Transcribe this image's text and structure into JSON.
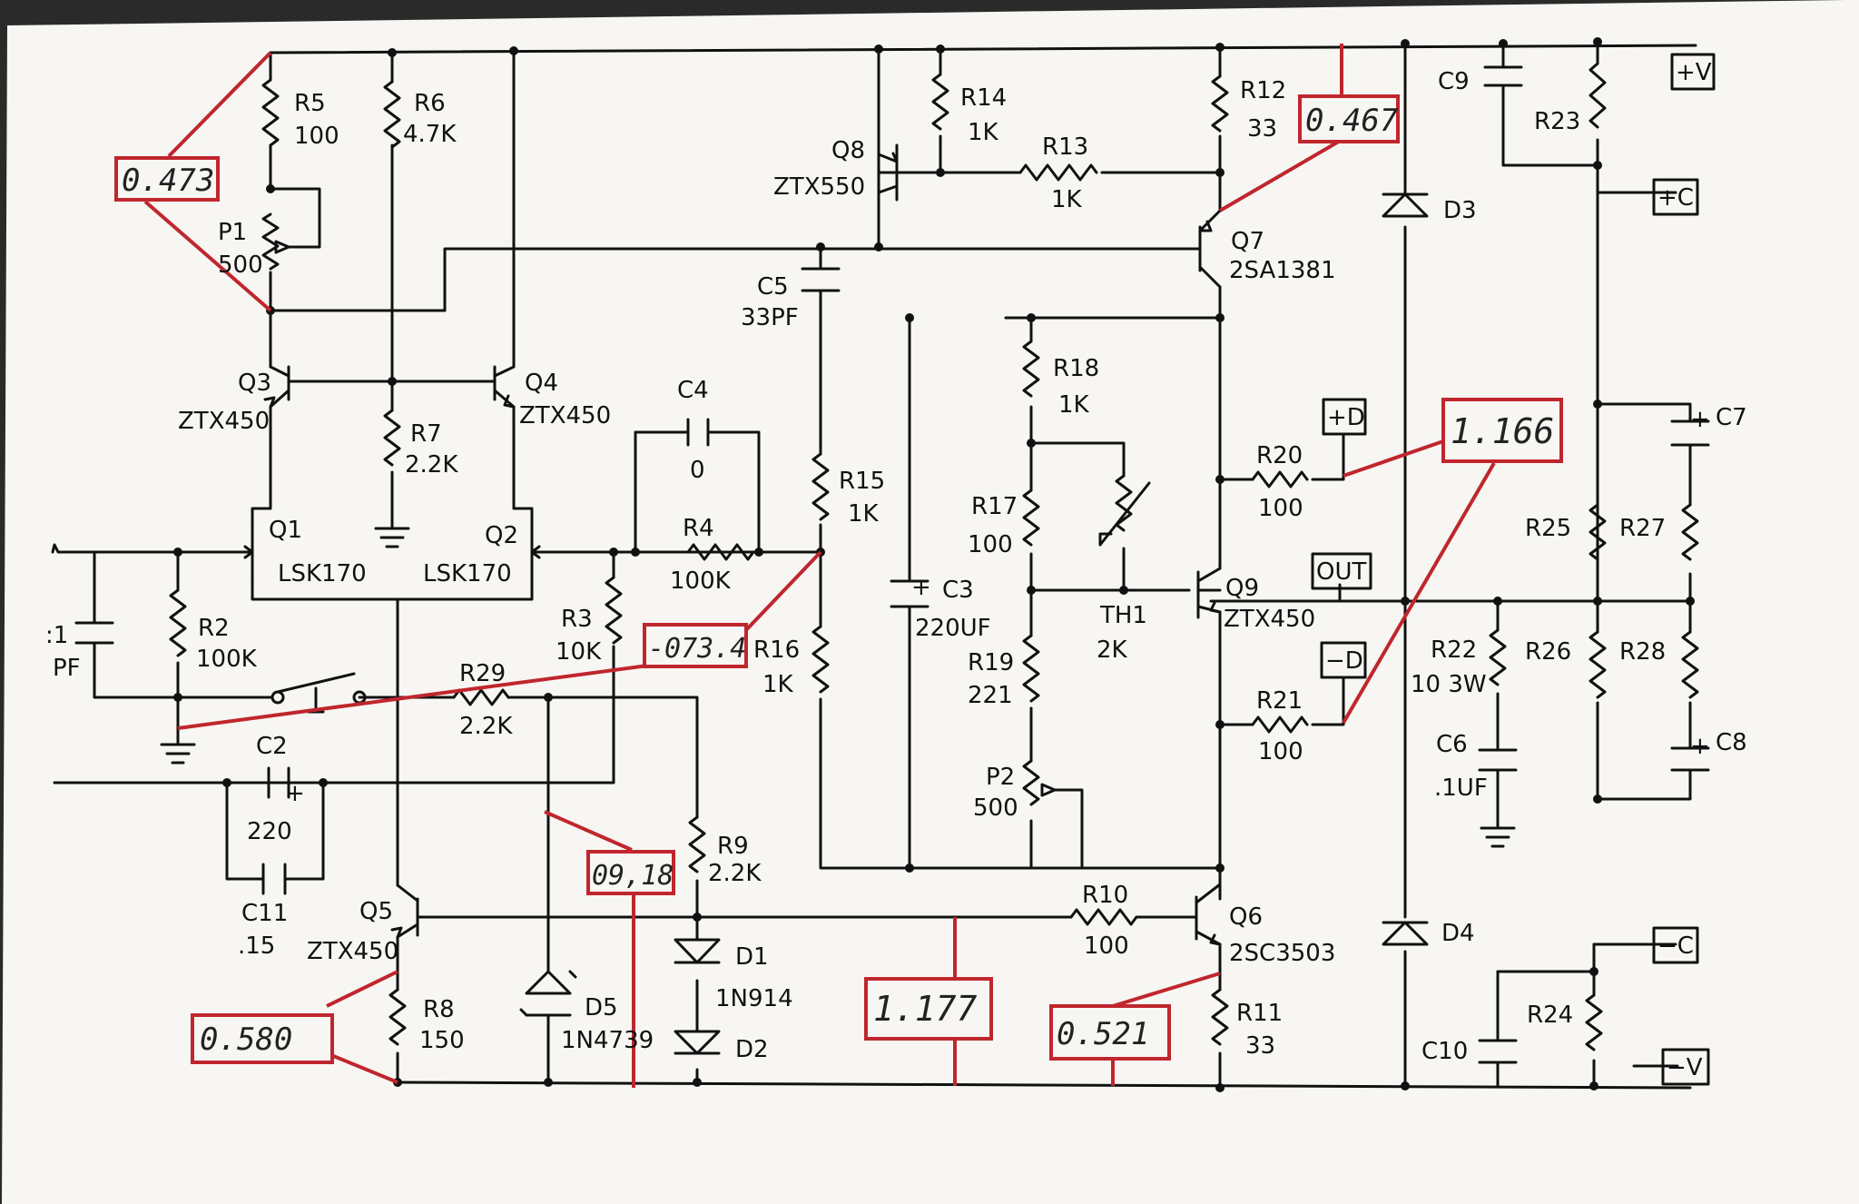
{
  "components": {
    "R5": [
      "R5",
      "100"
    ],
    "R6": [
      "R6",
      "4.7K"
    ],
    "R7": [
      "R7",
      "2.2K"
    ],
    "P1": [
      "P1",
      "500"
    ],
    "Q3": [
      "Q3",
      "ZTX450"
    ],
    "Q4": [
      "Q4",
      "ZTX450"
    ],
    "Q1": [
      "Q1",
      "LSK170"
    ],
    "Q2": [
      "Q2",
      "LSK170"
    ],
    "C4": [
      "C4",
      "0"
    ],
    "R4": [
      "R4",
      "100K"
    ],
    "R3": [
      "R3",
      "10K"
    ],
    "R2": [
      "R2",
      "100K"
    ],
    "C1": [
      ":1",
      "PF"
    ],
    "R29": [
      "R29",
      "2.2K"
    ],
    "C2": [
      "C2",
      "220"
    ],
    "C11": [
      "C11",
      ".15"
    ],
    "Q5": [
      "Q5",
      "ZTX450"
    ],
    "R8": [
      "R8",
      "150"
    ],
    "D5": [
      "D5",
      "1N4739"
    ],
    "R9": [
      "R9",
      "2.2K"
    ],
    "D1": [
      "D1",
      "1N914"
    ],
    "D2": [
      "D2",
      ""
    ],
    "Q8": [
      "Q8",
      "ZTX550"
    ],
    "R14": [
      "R14",
      "1K"
    ],
    "R13": [
      "R13",
      "1K"
    ],
    "R12": [
      "R12",
      "33"
    ],
    "C5": [
      "C5",
      "33PF"
    ],
    "Q7": [
      "Q7",
      "2SA1381"
    ],
    "R15": [
      "R15",
      "1K"
    ],
    "R16": [
      "R16",
      "1K"
    ],
    "C3": [
      "C3",
      "220UF"
    ],
    "R18": [
      "R18",
      "1K"
    ],
    "R17": [
      "R17",
      "100"
    ],
    "TH1": [
      "TH1",
      "2K"
    ],
    "R19": [
      "R19",
      "221"
    ],
    "P2": [
      "P2",
      "500"
    ],
    "R10": [
      "R10",
      "100"
    ],
    "Q6": [
      "Q6",
      "2SC3503"
    ],
    "R11": [
      "R11",
      "33"
    ],
    "Q9": [
      "Q9",
      "ZTX450"
    ],
    "R20": [
      "R20",
      "100"
    ],
    "R21": [
      "R21",
      "100"
    ],
    "D3": [
      "D3",
      ""
    ],
    "D4": [
      "D4",
      ""
    ],
    "C9": [
      "C9",
      ""
    ],
    "R23": [
      "R23",
      ""
    ],
    "R22": [
      "R22",
      "10 3W"
    ],
    "C6": [
      "C6",
      ".1UF"
    ],
    "R25": [
      "R25",
      ""
    ],
    "R26": [
      "R26",
      ""
    ],
    "R27": [
      "R27",
      ""
    ],
    "R28": [
      "R28",
      ""
    ],
    "C7": [
      "C7",
      ""
    ],
    "C8": [
      "C8",
      ""
    ],
    "R24": [
      "R24",
      ""
    ],
    "C10": [
      "C10",
      ""
    ]
  },
  "terminals": {
    "plus_v": "+V",
    "plus_c": "+C",
    "plus_d": "+D",
    "out": "OUT",
    "minus_d": "−D",
    "minus_c": "−C",
    "minus_v": "−V"
  },
  "measurements": {
    "r5": "0.473",
    "r12": "0.467",
    "r16": "-073.4",
    "d5": "09,18",
    "r8": "0.580",
    "center": "1.177",
    "r11": "0.521",
    "r20_r21": "1.166"
  },
  "colors": {
    "paper": "#f7f6f3",
    "ink": "#111111",
    "annotation": "#c0262d"
  }
}
